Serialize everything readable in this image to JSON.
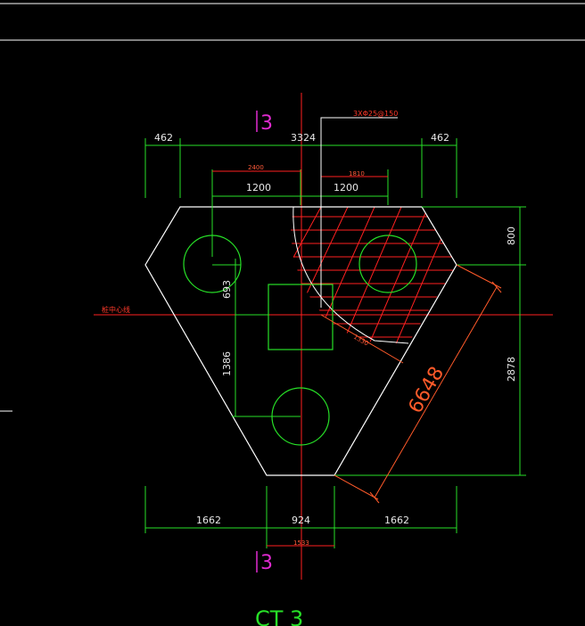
{
  "drawing": {
    "section_mark_top": "3",
    "section_mark_bottom": "3",
    "rebar_note": "3XΦ25@150",
    "axis_label": "桩中心线",
    "title_partial": "CT 3"
  },
  "dimensions": {
    "top_left": "462",
    "top_mid": "3324",
    "top_right": "462",
    "pile_span_left": "2400",
    "pile_span_right": "1810",
    "pile_left": "1200",
    "pile_right": "1200",
    "right_top": "800",
    "right_bottom": "2878",
    "left_upper": "693",
    "left_lower": "1386",
    "diagonal": "6648",
    "arc_radius": "1330",
    "bottom_left": "1662",
    "bottom_mid": "924",
    "bottom_right": "1662",
    "bottom_small": "1533"
  },
  "colors": {
    "background": "#000000",
    "outline": "#ffffff",
    "dimension": "#27e027",
    "hatch": "#ff2020",
    "annotation": "#ff5a2a",
    "section": "#e02ad0"
  }
}
